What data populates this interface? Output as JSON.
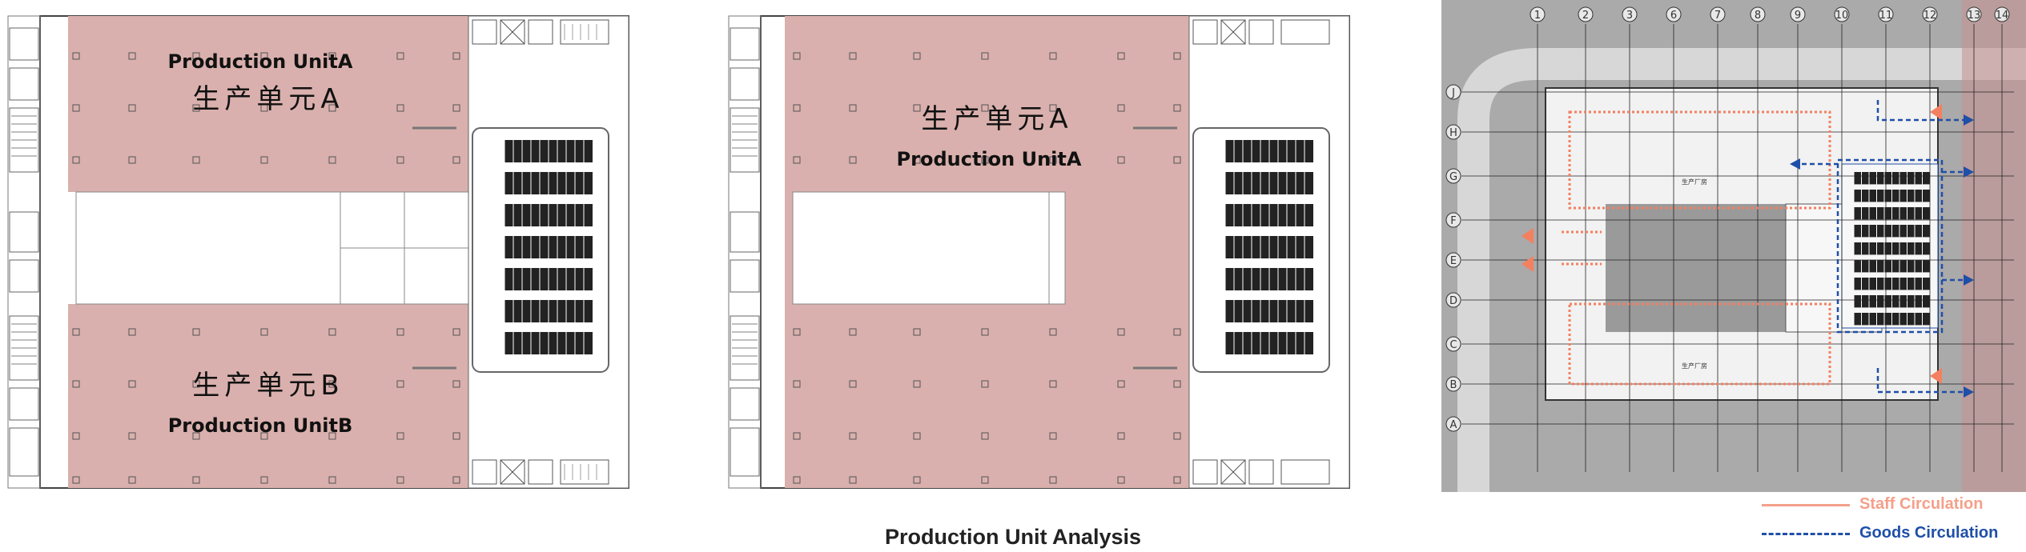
{
  "plans": {
    "left": {
      "unit_a_en": "Production UnitA",
      "unit_a_zh": "生产单元A",
      "unit_b_en": "Production UnitB",
      "unit_b_zh": "生产单元B"
    },
    "middle": {
      "unit_a_zh": "生产单元A",
      "unit_a_en": "Production UnitA"
    }
  },
  "site_plan": {
    "axis_top": [
      "1",
      "2",
      "3",
      "6",
      "7",
      "8",
      "9",
      "10",
      "11",
      "12",
      "13",
      "14"
    ],
    "axis_left": [
      "J",
      "H",
      "G",
      "F",
      "E",
      "D",
      "C",
      "B",
      "A"
    ],
    "hall_labels": [
      "生产厂房",
      "生产厂房"
    ]
  },
  "caption": "Production Unit Analysis",
  "legend": {
    "staff": "Staff Circulation",
    "goods": "Goods Circulation"
  },
  "colors": {
    "unit_fill": "#d9b0ad",
    "staff": "#f4a08a",
    "goods": "#1f4fa8"
  }
}
